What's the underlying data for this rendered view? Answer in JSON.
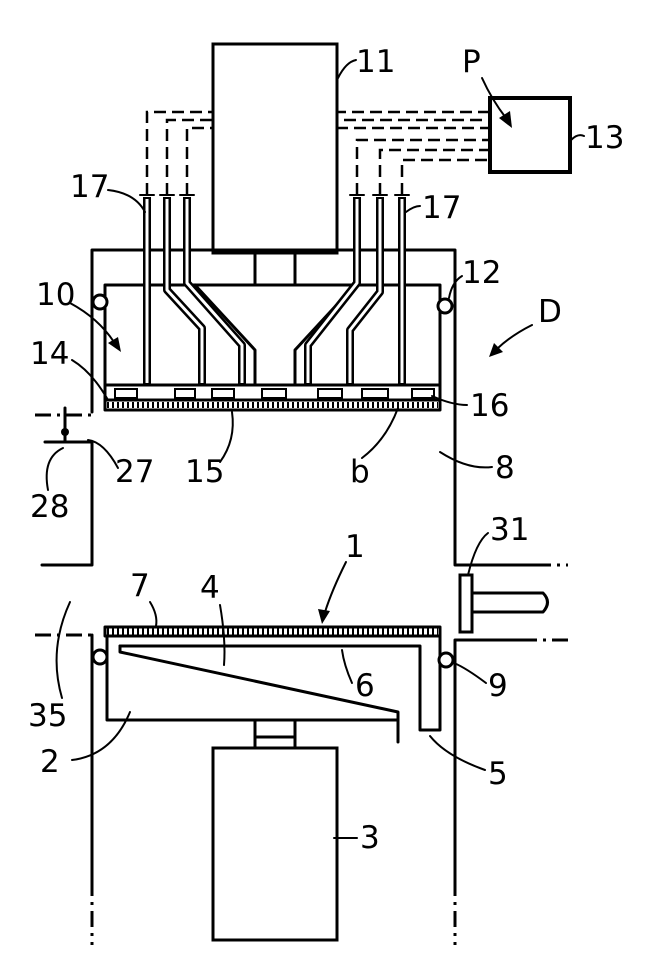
{
  "colors": {
    "ink": "#000000",
    "paper": "#ffffff"
  },
  "labels": {
    "n11": "11",
    "nP": "P",
    "n13": "13",
    "n17a": "17",
    "n17b": "17",
    "n12": "12",
    "n10": "10",
    "nD": "D",
    "n14": "14",
    "n16": "16",
    "n15": "15",
    "nb": "b",
    "n8": "8",
    "n27": "27",
    "n28": "28",
    "n31": "31",
    "n1": "1",
    "n7": "7",
    "n4": "4",
    "n6": "6",
    "n9": "9",
    "n35": "35",
    "n2": "2",
    "n5": "5",
    "n3": "3"
  }
}
